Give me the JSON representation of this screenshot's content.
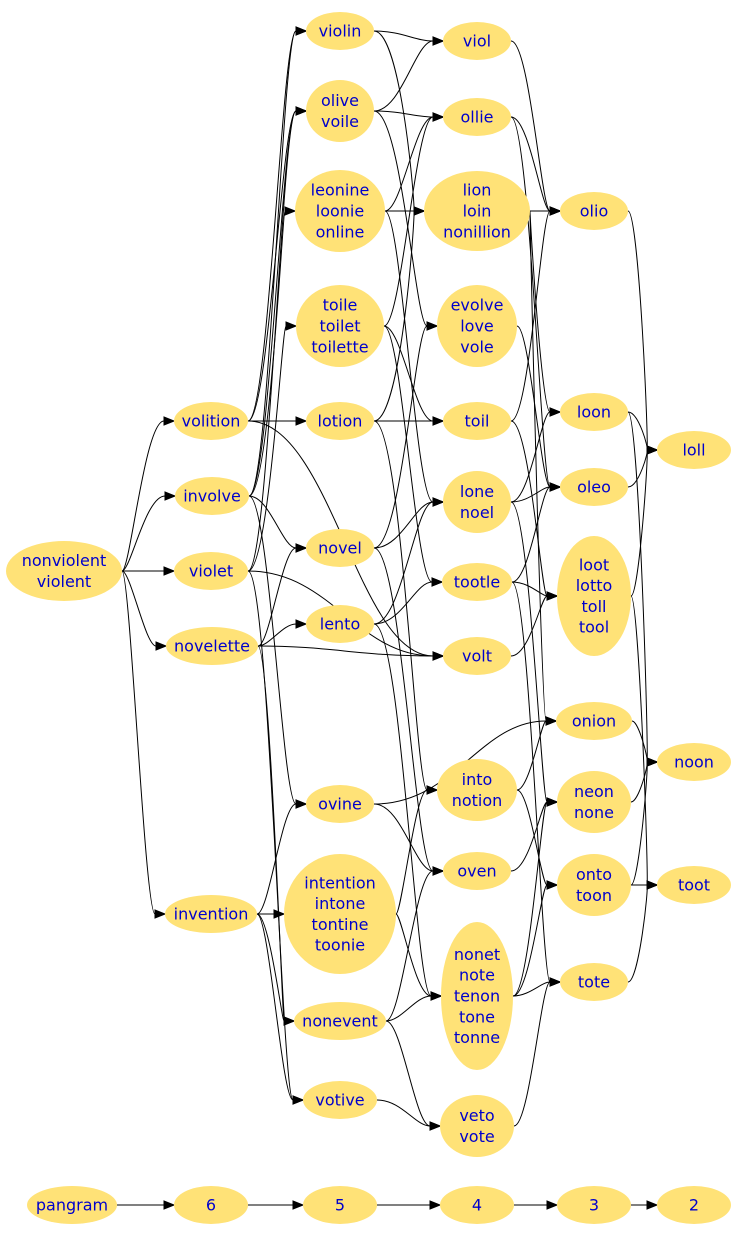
{
  "nodes": [
    {
      "id": "nonviolent",
      "lines": [
        "nonviolent",
        "violent"
      ]
    },
    {
      "id": "volition",
      "lines": [
        "volition"
      ]
    },
    {
      "id": "involve",
      "lines": [
        "involve"
      ]
    },
    {
      "id": "violet",
      "lines": [
        "violet"
      ]
    },
    {
      "id": "novelette",
      "lines": [
        "novelette"
      ]
    },
    {
      "id": "invention",
      "lines": [
        "invention"
      ]
    },
    {
      "id": "violin",
      "lines": [
        "violin"
      ]
    },
    {
      "id": "olive",
      "lines": [
        "olive",
        "voile"
      ]
    },
    {
      "id": "leonine",
      "lines": [
        "leonine",
        "loonie",
        "online"
      ]
    },
    {
      "id": "toile",
      "lines": [
        "toile",
        "toilet",
        "toilette"
      ]
    },
    {
      "id": "lotion",
      "lines": [
        "lotion"
      ]
    },
    {
      "id": "novel",
      "lines": [
        "novel"
      ]
    },
    {
      "id": "lento",
      "lines": [
        "lento"
      ]
    },
    {
      "id": "ovine",
      "lines": [
        "ovine"
      ]
    },
    {
      "id": "intention",
      "lines": [
        "intention",
        "intone",
        "tontine",
        "toonie"
      ]
    },
    {
      "id": "nonevent",
      "lines": [
        "nonevent"
      ]
    },
    {
      "id": "votive",
      "lines": [
        "votive"
      ]
    },
    {
      "id": "viol",
      "lines": [
        "viol"
      ]
    },
    {
      "id": "ollie",
      "lines": [
        "ollie"
      ]
    },
    {
      "id": "lion",
      "lines": [
        "lion",
        "loin",
        "nonillion"
      ]
    },
    {
      "id": "evolve",
      "lines": [
        "evolve",
        "love",
        "vole"
      ]
    },
    {
      "id": "toil",
      "lines": [
        "toil"
      ]
    },
    {
      "id": "lone",
      "lines": [
        "lone",
        "noel"
      ]
    },
    {
      "id": "tootle",
      "lines": [
        "tootle"
      ]
    },
    {
      "id": "volt",
      "lines": [
        "volt"
      ]
    },
    {
      "id": "into",
      "lines": [
        "into",
        "notion"
      ]
    },
    {
      "id": "oven",
      "lines": [
        "oven"
      ]
    },
    {
      "id": "nonet",
      "lines": [
        "nonet",
        "note",
        "tenon",
        "tone",
        "tonne"
      ]
    },
    {
      "id": "veto",
      "lines": [
        "veto",
        "vote"
      ]
    },
    {
      "id": "olio",
      "lines": [
        "olio"
      ]
    },
    {
      "id": "loon",
      "lines": [
        "loon"
      ]
    },
    {
      "id": "oleo",
      "lines": [
        "oleo"
      ]
    },
    {
      "id": "loot",
      "lines": [
        "loot",
        "lotto",
        "toll",
        "tool"
      ]
    },
    {
      "id": "onion",
      "lines": [
        "onion"
      ]
    },
    {
      "id": "neon",
      "lines": [
        "neon",
        "none"
      ]
    },
    {
      "id": "onto",
      "lines": [
        "onto",
        "toon"
      ]
    },
    {
      "id": "tote",
      "lines": [
        "tote"
      ]
    },
    {
      "id": "loll",
      "lines": [
        "loll"
      ]
    },
    {
      "id": "noon",
      "lines": [
        "noon"
      ]
    },
    {
      "id": "toot",
      "lines": [
        "toot"
      ]
    },
    {
      "id": "pangram",
      "lines": [
        "pangram"
      ]
    },
    {
      "id": "len6",
      "lines": [
        "6"
      ]
    },
    {
      "id": "len5",
      "lines": [
        "5"
      ]
    },
    {
      "id": "len4",
      "lines": [
        "4"
      ]
    },
    {
      "id": "len3",
      "lines": [
        "3"
      ]
    },
    {
      "id": "len2",
      "lines": [
        "2"
      ]
    }
  ],
  "edges": [
    [
      "nonviolent",
      "volition"
    ],
    [
      "nonviolent",
      "involve"
    ],
    [
      "nonviolent",
      "violet"
    ],
    [
      "nonviolent",
      "novelette"
    ],
    [
      "nonviolent",
      "invention"
    ],
    [
      "volition",
      "violin"
    ],
    [
      "volition",
      "olive"
    ],
    [
      "volition",
      "lotion"
    ],
    [
      "volition",
      "volt"
    ],
    [
      "involve",
      "violin"
    ],
    [
      "involve",
      "olive"
    ],
    [
      "involve",
      "leonine"
    ],
    [
      "involve",
      "novel"
    ],
    [
      "involve",
      "ovine"
    ],
    [
      "violet",
      "olive"
    ],
    [
      "violet",
      "toile"
    ],
    [
      "violet",
      "volt"
    ],
    [
      "violet",
      "votive"
    ],
    [
      "novelette",
      "novel"
    ],
    [
      "novelette",
      "lento"
    ],
    [
      "novelette",
      "volt"
    ],
    [
      "novelette",
      "nonevent"
    ],
    [
      "invention",
      "ovine"
    ],
    [
      "invention",
      "intention"
    ],
    [
      "invention",
      "nonevent"
    ],
    [
      "invention",
      "votive"
    ],
    [
      "violin",
      "viol"
    ],
    [
      "violin",
      "lion"
    ],
    [
      "olive",
      "viol"
    ],
    [
      "olive",
      "ollie"
    ],
    [
      "olive",
      "evolve"
    ],
    [
      "leonine",
      "ollie"
    ],
    [
      "leonine",
      "lion"
    ],
    [
      "leonine",
      "lone"
    ],
    [
      "toile",
      "ollie"
    ],
    [
      "toile",
      "toil"
    ],
    [
      "toile",
      "tootle"
    ],
    [
      "lotion",
      "lion"
    ],
    [
      "lotion",
      "toil"
    ],
    [
      "lotion",
      "into"
    ],
    [
      "novel",
      "evolve"
    ],
    [
      "novel",
      "lone"
    ],
    [
      "novel",
      "oven"
    ],
    [
      "lento",
      "lone"
    ],
    [
      "lento",
      "tootle"
    ],
    [
      "lento",
      "nonet"
    ],
    [
      "ovine",
      "onion"
    ],
    [
      "ovine",
      "oven"
    ],
    [
      "intention",
      "into"
    ],
    [
      "intention",
      "nonet"
    ],
    [
      "nonevent",
      "oven"
    ],
    [
      "nonevent",
      "nonet"
    ],
    [
      "nonevent",
      "veto"
    ],
    [
      "votive",
      "veto"
    ],
    [
      "viol",
      "olio"
    ],
    [
      "ollie",
      "olio"
    ],
    [
      "ollie",
      "oleo"
    ],
    [
      "lion",
      "olio"
    ],
    [
      "lion",
      "loon"
    ],
    [
      "lion",
      "onion"
    ],
    [
      "evolve",
      "oleo"
    ],
    [
      "toil",
      "olio"
    ],
    [
      "toil",
      "loot"
    ],
    [
      "lone",
      "loon"
    ],
    [
      "lone",
      "oleo"
    ],
    [
      "lone",
      "neon"
    ],
    [
      "tootle",
      "oleo"
    ],
    [
      "tootle",
      "loot"
    ],
    [
      "tootle",
      "tote"
    ],
    [
      "volt",
      "loot"
    ],
    [
      "into",
      "onion"
    ],
    [
      "into",
      "onto"
    ],
    [
      "oven",
      "neon"
    ],
    [
      "nonet",
      "neon"
    ],
    [
      "nonet",
      "onto"
    ],
    [
      "nonet",
      "tote"
    ],
    [
      "veto",
      "tote"
    ],
    [
      "olio",
      "loll"
    ],
    [
      "loon",
      "loll"
    ],
    [
      "loon",
      "noon"
    ],
    [
      "oleo",
      "loll"
    ],
    [
      "loot",
      "loll"
    ],
    [
      "loot",
      "toot"
    ],
    [
      "onion",
      "noon"
    ],
    [
      "neon",
      "noon"
    ],
    [
      "onto",
      "noon"
    ],
    [
      "onto",
      "toot"
    ],
    [
      "tote",
      "toot"
    ],
    [
      "pangram",
      "len6"
    ],
    [
      "len6",
      "len5"
    ],
    [
      "len5",
      "len4"
    ],
    [
      "len4",
      "len3"
    ],
    [
      "len3",
      "len2"
    ]
  ]
}
